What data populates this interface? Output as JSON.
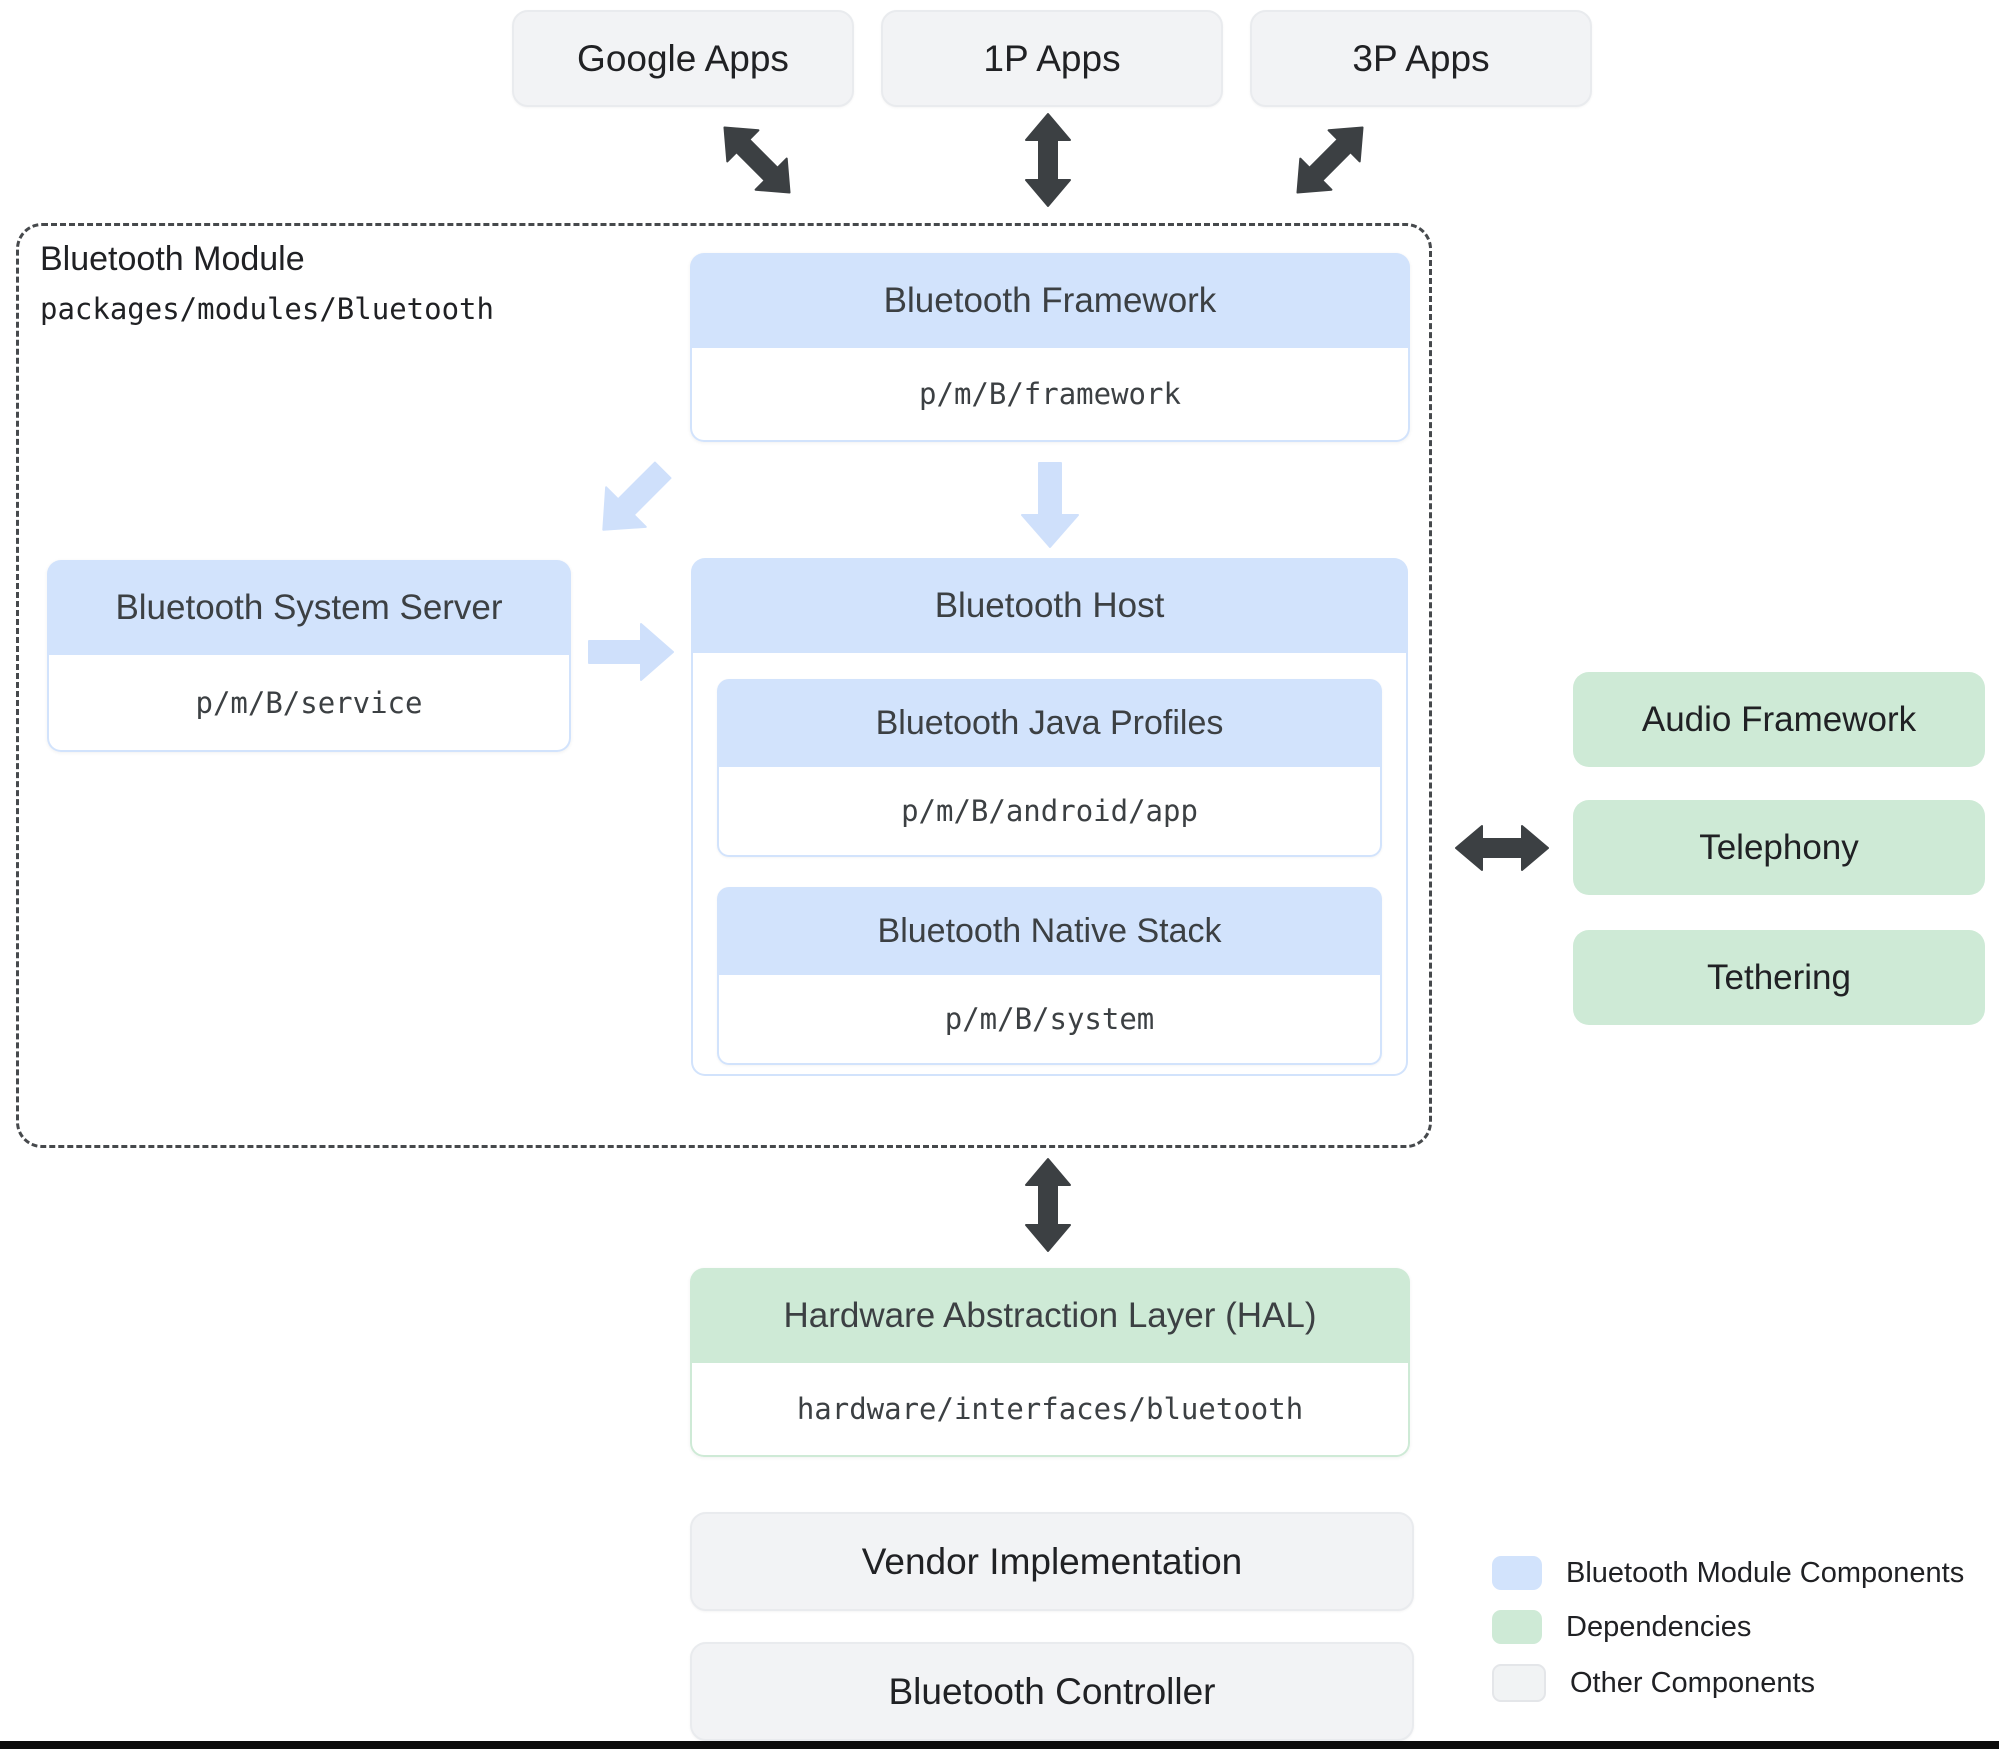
{
  "colors": {
    "module_blue": "#d2e3fc",
    "dependency_green": "#ceead6",
    "other_gray": "#f1f3f4",
    "arrow_dark": "#3c4043",
    "arrow_light_blue": "#cfe0fb"
  },
  "top_apps": [
    {
      "label": "Google Apps"
    },
    {
      "label": "1P Apps"
    },
    {
      "label": "3P Apps"
    }
  ],
  "module": {
    "title": "Bluetooth Module",
    "path": "packages/modules/Bluetooth",
    "framework": {
      "title": "Bluetooth Framework",
      "path": "p/m/B/framework"
    },
    "system_server": {
      "title": "Bluetooth System Server",
      "path": "p/m/B/service"
    },
    "host": {
      "title": "Bluetooth Host",
      "java_profiles": {
        "title": "Bluetooth Java Profiles",
        "path": "p/m/B/android/app"
      },
      "native_stack": {
        "title": "Bluetooth Native Stack",
        "path": "p/m/B/system"
      }
    }
  },
  "dependencies": [
    {
      "label": "Audio Framework"
    },
    {
      "label": "Telephony"
    },
    {
      "label": "Tethering"
    }
  ],
  "hal": {
    "title": "Hardware Abstraction Layer (HAL)",
    "path": "hardware/interfaces/bluetooth"
  },
  "other_components": [
    {
      "label": "Vendor Implementation"
    },
    {
      "label": "Bluetooth Controller"
    }
  ],
  "legend": [
    {
      "label": "Bluetooth Module Components",
      "color": "#d2e3fc"
    },
    {
      "label": "Dependencies",
      "color": "#ceead6"
    },
    {
      "label": "Other Components",
      "color": "#f1f3f4"
    }
  ]
}
